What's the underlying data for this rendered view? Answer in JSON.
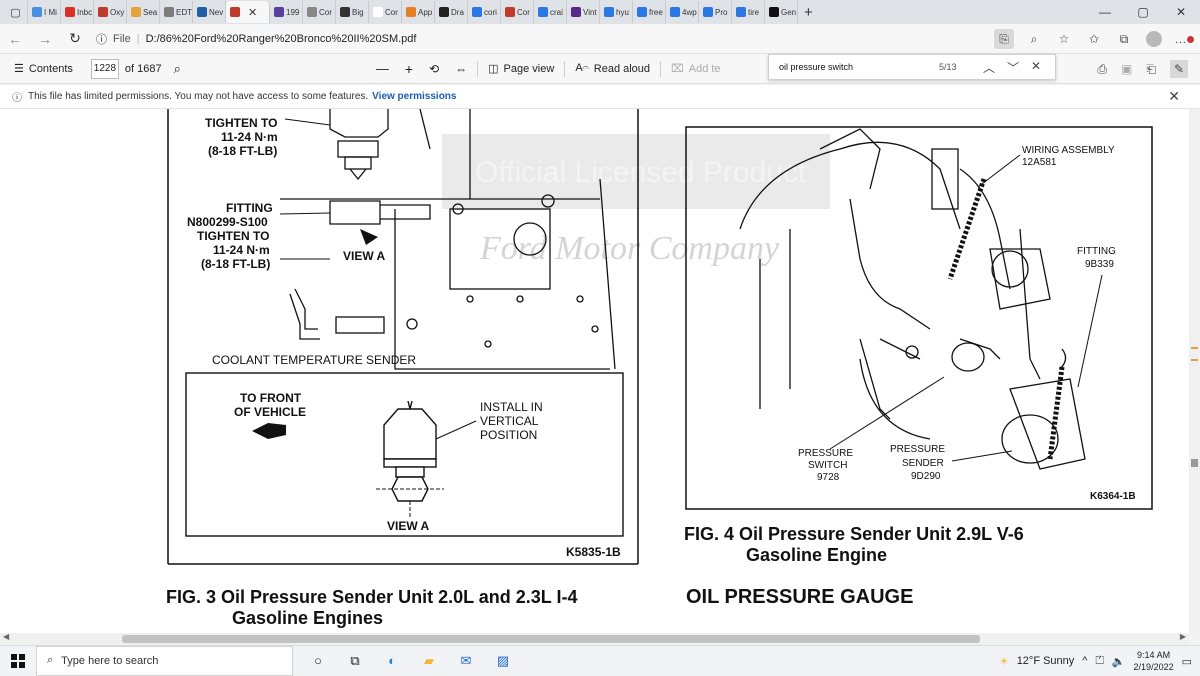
{
  "browser": {
    "tabs": [
      {
        "label": "I Mi",
        "color": "#4a90e2"
      },
      {
        "label": "Inbc",
        "color": "#d93025"
      },
      {
        "label": "Oxy",
        "color": "#c0392b"
      },
      {
        "label": "Sea",
        "color": "#e6a23c"
      },
      {
        "label": "EDT",
        "color": "#7c7c7c"
      },
      {
        "label": "Nev",
        "color": "#1e5fa8"
      },
      {
        "label": "",
        "color": "#c0392b",
        "active": true
      },
      {
        "label": "199",
        "color": "#5b3fa0"
      },
      {
        "label": "Cor",
        "color": "#888888"
      },
      {
        "label": "Big",
        "color": "#333333"
      },
      {
        "label": "Cor",
        "color": "#ffffff"
      },
      {
        "label": "App",
        "color": "#e67e22"
      },
      {
        "label": "Dra",
        "color": "#222222"
      },
      {
        "label": "cori",
        "color": "#2b78e4"
      },
      {
        "label": "Cor",
        "color": "#c0392b"
      },
      {
        "label": "crai",
        "color": "#2b78e4"
      },
      {
        "label": "Vint",
        "color": "#5b2a86"
      },
      {
        "label": "hyu",
        "color": "#2b78e4"
      },
      {
        "label": "free",
        "color": "#2b78e4"
      },
      {
        "label": "4wp",
        "color": "#2b78e4"
      },
      {
        "label": "Pro",
        "color": "#2b78e4"
      },
      {
        "label": "tire",
        "color": "#2b78e4"
      },
      {
        "label": "Gen",
        "color": "#111111"
      }
    ],
    "url_prefix": "File",
    "url": "D:/86%20Ford%20Ranger%20Bronco%20II%20SM.pdf"
  },
  "pdf_toolbar": {
    "contents_label": "Contents",
    "page_current": "1228",
    "page_total": "of 1687",
    "page_view_label": "Page view",
    "read_aloud_label": "Read aloud",
    "add_text_label": "Add te"
  },
  "find": {
    "query": "oil pressure switch",
    "count": "5/13"
  },
  "permission": {
    "message": "This file has limited permissions. You may not have access to some features.",
    "link": "View permissions"
  },
  "document": {
    "left_top_labels": [
      "TIGHTEN TO",
      "11-24 N·m",
      "(8-18 FT-LB)"
    ],
    "fitting_labels": [
      "FITTING",
      "N800299-S100",
      "TIGHTEN TO",
      "11-24 N·m",
      "(8-18 FT-LB)"
    ],
    "view_a": "VIEW A",
    "coolant_label": "COOLANT TEMPERATURE SENDER",
    "to_front_labels": [
      "TO FRONT",
      "OF VEHICLE"
    ],
    "install_labels": [
      "INSTALL IN",
      "VERTICAL",
      "POSITION"
    ],
    "inset_view_a": "VIEW A",
    "left_code": "K5835-1B",
    "fig3_line1": "FIG. 3  Oil Pressure Sender Unit 2.0L and 2.3L I-4",
    "fig3_line2": "Gasoline Engines",
    "watermark": "Official Licensed Product",
    "watermark2": "Ford Motor Company",
    "wiring_labels": [
      "WIRING ASSEMBLY",
      "12A581"
    ],
    "fitting_right_labels": [
      "FITTING",
      "9B339"
    ],
    "switch_labels": [
      "PRESSURE",
      "SWITCH",
      "9728"
    ],
    "sender_labels": [
      "PRESSURE",
      "SENDER",
      "9D290"
    ],
    "right_code": "K6364-1B",
    "fig4_line1": "FIG. 4  Oil Pressure Sender Unit 2.9L V-6",
    "fig4_line2": "Gasoline Engine",
    "section_heading": "OIL PRESSURE GAUGE"
  },
  "taskbar": {
    "search_placeholder": "Type here to search",
    "weather": "12°F  Sunny",
    "time": "9:14 AM",
    "date": "2/19/2022"
  }
}
